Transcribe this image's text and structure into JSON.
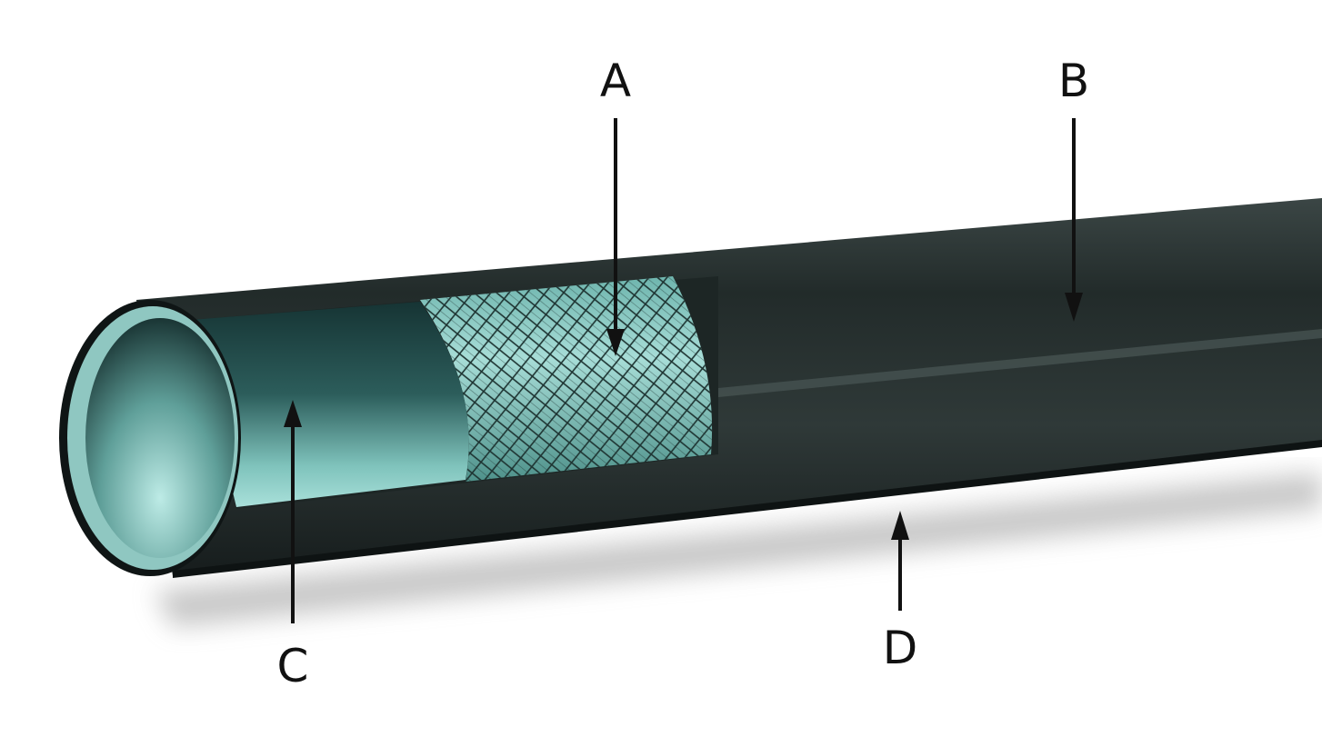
{
  "diagram": {
    "subject": "hose-cutaway",
    "colors": {
      "outer_cover": "#26302f",
      "outer_cover_highlight": "#3a4544",
      "reinforcement": "#8fcfc8",
      "reinforcement_mesh": "#1e3432",
      "inner_tube": "#2c5d5b",
      "inner_tube_light": "#a9e0da",
      "label": "#111111"
    },
    "callouts": {
      "a": {
        "label": "A",
        "part": "reinforcement-braid"
      },
      "b": {
        "label": "B",
        "part": "outer-cover"
      },
      "c": {
        "label": "C",
        "part": "inner-tube"
      },
      "d": {
        "label": "D",
        "part": "outer-cover-underside"
      }
    }
  }
}
